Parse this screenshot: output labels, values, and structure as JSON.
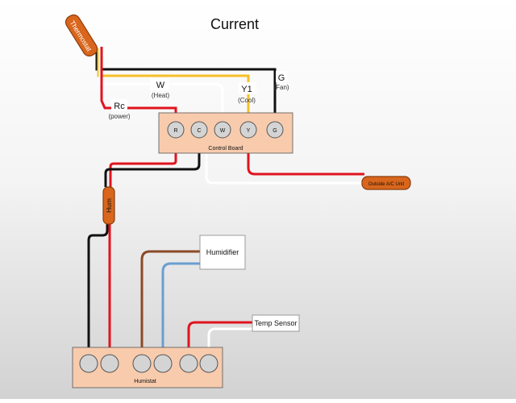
{
  "title": "Current",
  "thermostat": {
    "label": "Thermostat"
  },
  "hum_device": {
    "label": "Hum"
  },
  "outside_unit": {
    "label": "Outside A/C Unit"
  },
  "wire_labels": {
    "w": {
      "code": "W",
      "desc": "(Heat)"
    },
    "y1": {
      "code": "Y1",
      "desc": "(Cool)"
    },
    "g": {
      "code": "G",
      "desc": "(Fan)"
    },
    "rc": {
      "code": "Rc",
      "desc": "(power)"
    }
  },
  "control_board": {
    "label": "Control Board",
    "terminals": [
      "R",
      "C",
      "W",
      "Y",
      "G"
    ]
  },
  "humidifier": {
    "label": "Humidifier"
  },
  "temp_sensor": {
    "label": "Temp Sensor"
  },
  "humistat": {
    "label": "Humistat"
  },
  "colors": {
    "red": "#e0141e",
    "black": "#111111",
    "white_wire": "#ffffff",
    "yellow": "#f5c028",
    "brown": "#8b4a26",
    "blue": "#6a9ed0",
    "device_orange": "#d9661c",
    "board_fill": "#f8cbad"
  }
}
